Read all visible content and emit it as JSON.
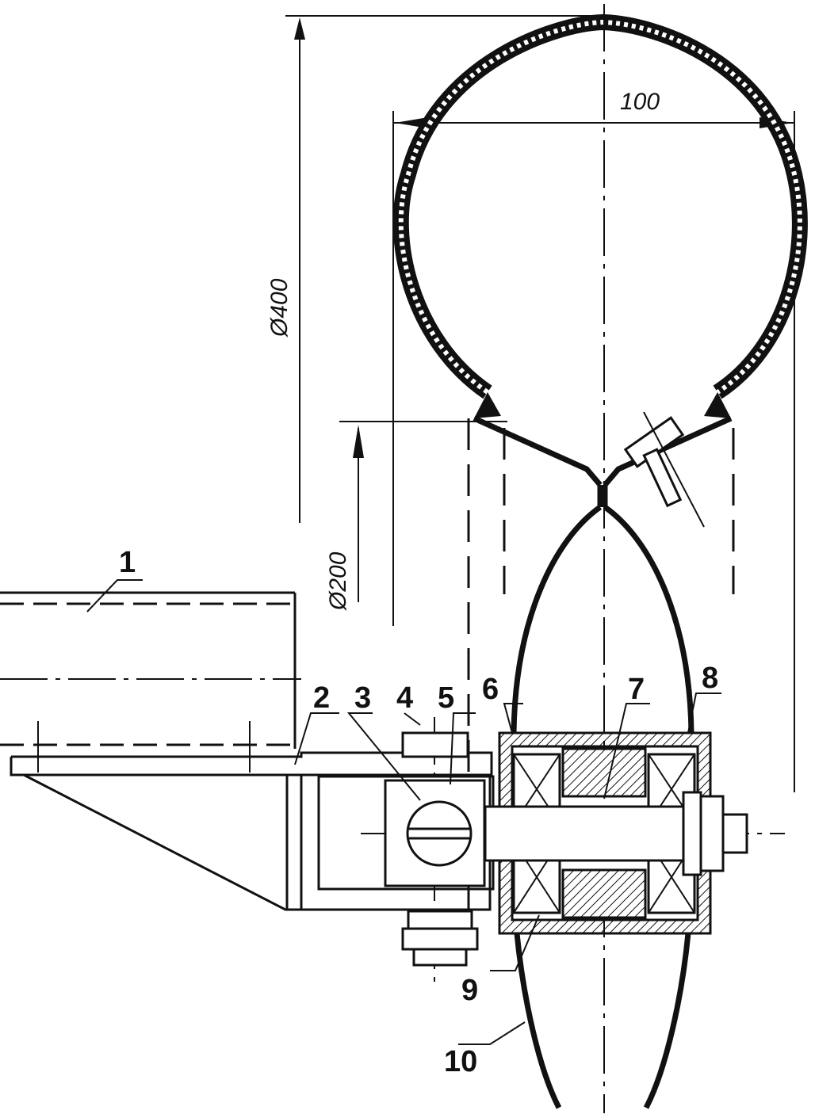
{
  "drawing": {
    "labels": {
      "p1": "1",
      "p2": "2",
      "p3": "3",
      "p4": "4",
      "p5": "5",
      "p6": "6",
      "p7": "7",
      "p8": "8",
      "p9": "9",
      "p10": "10"
    },
    "dimensions": {
      "tire_diameter": "Ø400",
      "hub_diameter": "Ø200",
      "tire_width": "100"
    },
    "colors": {
      "ink": "#111111",
      "paper": "#ffffff"
    }
  }
}
